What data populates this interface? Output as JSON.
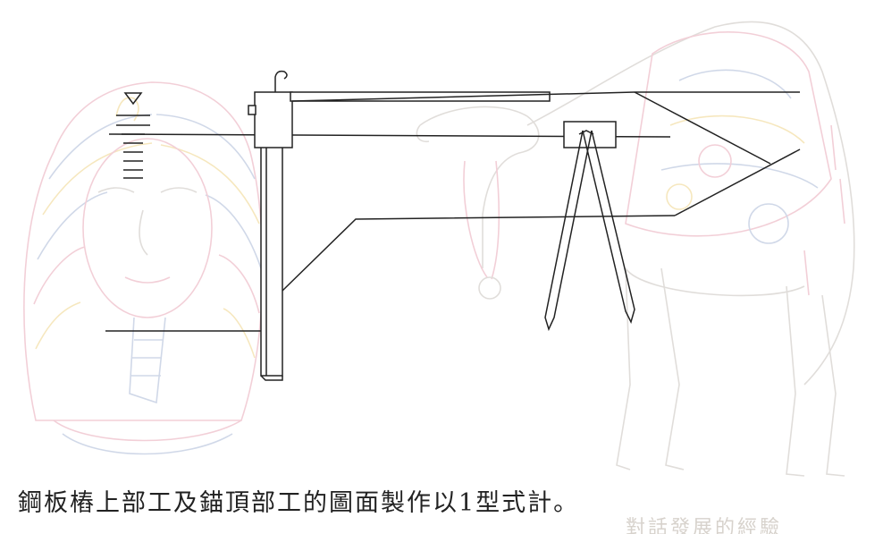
{
  "caption": "鋼板樁上部工及錨頂部工的圖面製作以1型式計。",
  "colors": {
    "line": "#222222",
    "background_sketch_pink": "#e9a8b8",
    "background_sketch_blue": "#aab9d6",
    "background_sketch_yellow": "#efd58a",
    "background_sketch_gray": "#c8c2bc",
    "watermark": "#d7d2cc"
  },
  "background": {
    "left_figure": "pharaoh-mask-sketch",
    "right_figure": "camel-sketch"
  },
  "watermark_text": "對話發展的經驗"
}
